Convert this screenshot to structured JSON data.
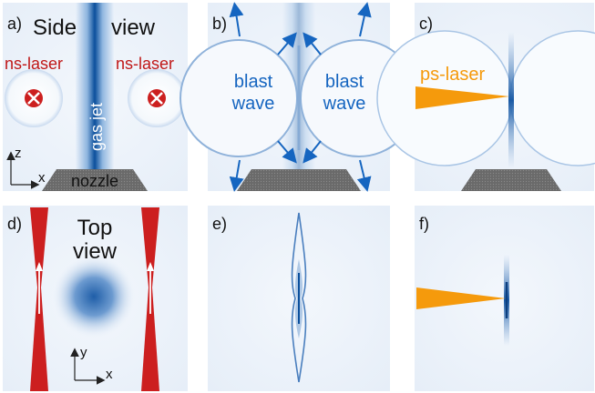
{
  "panels": {
    "a": {
      "letter": "a)",
      "title_line1": "Side",
      "title_line2": "view",
      "laser_left": "ns-laser",
      "laser_right": "ns-laser",
      "jet_label": "gas jet",
      "nozzle_label": "nozzle",
      "axis_z": "z",
      "axis_x": "x"
    },
    "b": {
      "letter": "b)",
      "wave_left_line1": "blast",
      "wave_left_line2": "wave",
      "wave_right_line1": "blast",
      "wave_right_line2": "wave"
    },
    "c": {
      "letter": "c)",
      "laser_label": "ps-laser"
    },
    "d": {
      "letter": "d)",
      "title_line1": "Top",
      "title_line2": "view",
      "axis_y": "y",
      "axis_x": "x"
    },
    "e": {
      "letter": "e)"
    },
    "f": {
      "letter": "f)"
    }
  },
  "colors": {
    "jet_blue": "#0b4f9c",
    "text_blue": "#1565c0",
    "laser_red": "#cc1f1f",
    "ps_orange": "#f59a0c",
    "nozzle_gray": "#707070",
    "panel_bg": "#f4f8fc",
    "label_red": "#c01818"
  }
}
